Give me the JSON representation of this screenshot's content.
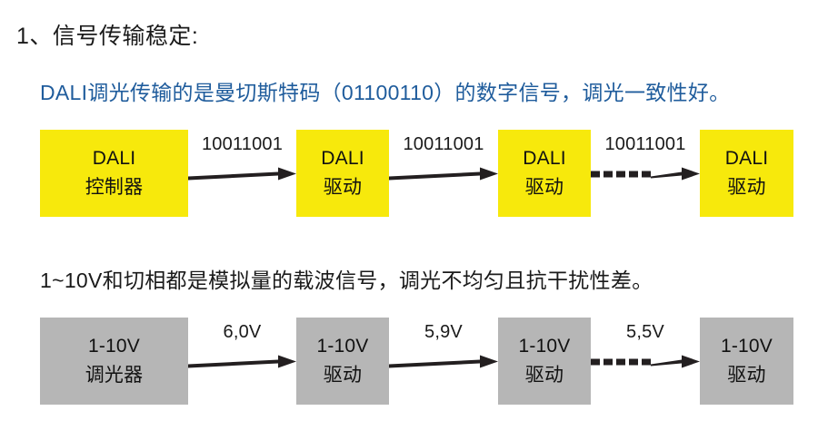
{
  "slide": {
    "background": "#ffffff",
    "section_title": "1、信号传输稳定:",
    "colors": {
      "accent_blue": "#1f5c9c",
      "node_yellow": "#f7e90c",
      "node_gray": "#b6b6b6",
      "text_black": "#1a1a1a",
      "arrow_black": "#231f20"
    }
  },
  "dali_section": {
    "lead_text": "DALI调光传输的是曼切斯特码（01100110）的数字信号，调光一致性好。",
    "nodes": [
      {
        "line1": "DALI",
        "line2": "控制器"
      },
      {
        "line1": "DALI",
        "line2": "驱动"
      },
      {
        "line1": "DALI",
        "line2": "驱动"
      },
      {
        "line1": "DALI",
        "line2": "驱动"
      }
    ],
    "connectors": [
      {
        "label": "10011001",
        "style": "solid"
      },
      {
        "label": "10011001",
        "style": "solid"
      },
      {
        "label": "10011001",
        "style": "dashed-then-solid"
      }
    ]
  },
  "analog_section": {
    "lead_text": "1~10V和切相都是模拟量的载波信号，调光不均匀且抗干扰性差。",
    "nodes": [
      {
        "line1": "1-10V",
        "line2": "调光器"
      },
      {
        "line1": "1-10V",
        "line2": "驱动"
      },
      {
        "line1": "1-10V",
        "line2": "驱动"
      },
      {
        "line1": "1-10V",
        "line2": "驱动"
      }
    ],
    "connectors": [
      {
        "label": "6,0V",
        "style": "solid"
      },
      {
        "label": "5,9V",
        "style": "solid"
      },
      {
        "label": "5,5V",
        "style": "dashed-then-solid"
      }
    ]
  }
}
